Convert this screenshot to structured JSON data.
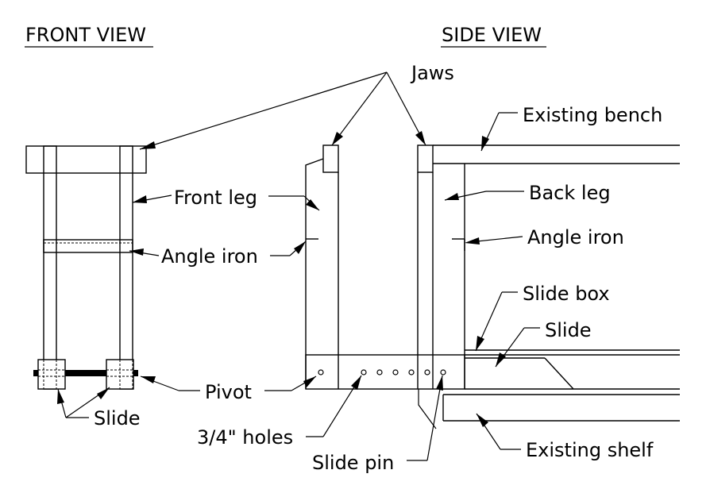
{
  "front_view": {
    "title": "FRONT VIEW",
    "labels": {
      "front_leg": "Front leg",
      "angle_iron": "Angle iron",
      "pivot": "Pivot",
      "slide": "Slide"
    }
  },
  "side_view": {
    "title": "SIDE VIEW",
    "labels": {
      "jaws": "Jaws",
      "existing_bench": "Existing bench",
      "back_leg": "Back leg",
      "angle_iron": "Angle iron",
      "slide_box": "Slide box",
      "slide": "Slide",
      "holes": "3/4\" holes",
      "slide_pin": "Slide pin",
      "existing_shelf": "Existing shelf"
    }
  }
}
